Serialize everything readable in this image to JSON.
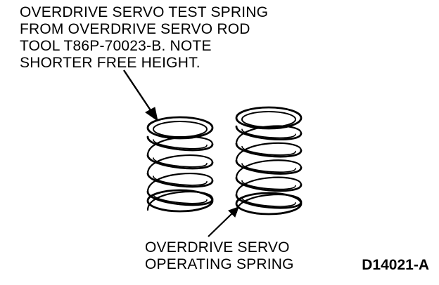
{
  "diagram": {
    "callouts": [
      {
        "id": "test-spring",
        "lines": [
          "OVERDRIVE SERVO TEST SPRING",
          "FROM OVERDRIVE SERVO ROD",
          "TOOL T86P-70023-B. NOTE",
          "SHORTER FREE HEIGHT."
        ]
      },
      {
        "id": "operating-spring",
        "lines": [
          "OVERDRIVE SERVO",
          "OPERATING SPRING"
        ]
      }
    ],
    "figure_code": "D14021-A",
    "parts": [
      {
        "name": "test-spring",
        "coils": 4
      },
      {
        "name": "operating-spring",
        "coils": 5
      }
    ],
    "colors": {
      "ink": "#000000",
      "paper": "#ffffff"
    }
  }
}
